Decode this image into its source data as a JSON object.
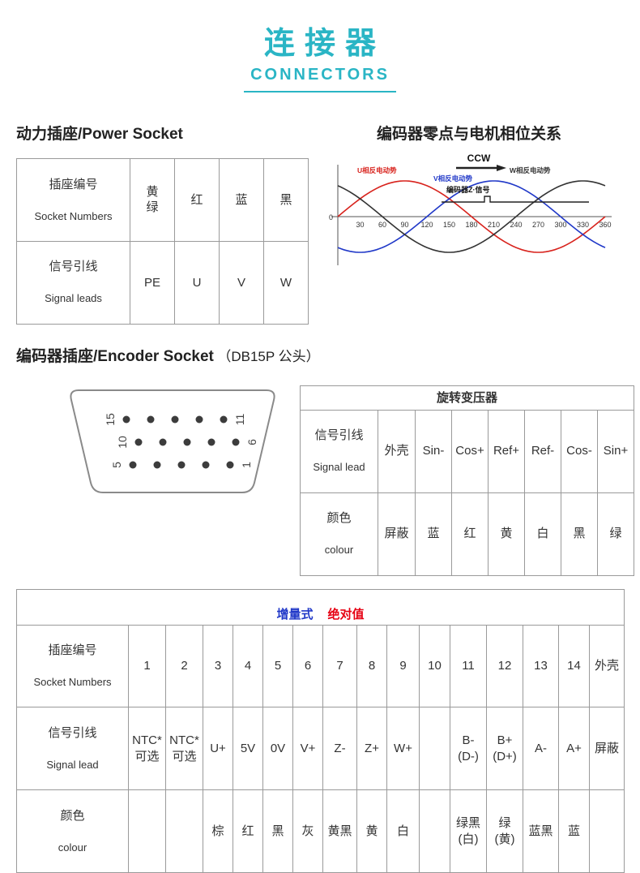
{
  "header": {
    "title": "连接器",
    "subtitle": "CONNECTORS"
  },
  "power_socket": {
    "heading": "动力插座/Power Socket",
    "rows": [
      {
        "cn": "插座编号",
        "en": "Socket Numbers",
        "cells": [
          "黄\n绿",
          "红",
          "蓝",
          "黑"
        ]
      },
      {
        "cn": "信号引线",
        "en": "Signal leads",
        "cells": [
          "PE",
          "U",
          "V",
          "W"
        ]
      }
    ]
  },
  "phase_chart": {
    "heading": "编码器零点与电机相位关系",
    "ccw": "CCW",
    "zero": "0",
    "labels": {
      "u": "U相反电动势",
      "v": "V相反电动势",
      "w": "W相反电动势",
      "z": "编码器Z·信号"
    },
    "x_ticks": [
      "30",
      "60",
      "90",
      "120",
      "150",
      "180",
      "210",
      "240",
      "270",
      "300",
      "330",
      "360"
    ],
    "waves": [
      {
        "name": "U",
        "phase_deg": 0,
        "color": "#d8231d"
      },
      {
        "name": "V",
        "phase_deg": 120,
        "color": "#2038c8"
      },
      {
        "name": "W",
        "phase_deg": 240,
        "color": "#333333"
      }
    ]
  },
  "encoder_socket": {
    "heading": "编码器插座/Encoder Socket",
    "suffix": "（DB15P 公头）",
    "pins": {
      "left_top": "15",
      "left_mid": "10",
      "left_bot": "5",
      "right_top": "11",
      "right_mid": "6",
      "right_bot": "1"
    }
  },
  "resolver_table": {
    "title": "旋转变压器",
    "rows": [
      {
        "cn": "信号引线",
        "en": "Signal lead",
        "cells": [
          "外壳",
          "Sin-",
          "Cos+",
          "Ref+",
          "Ref-",
          "Cos-",
          "Sin+"
        ]
      },
      {
        "cn": "颜色",
        "en": "colour",
        "cells": [
          "屏蔽",
          "蓝",
          "红",
          "黄",
          "白",
          "黑",
          "绿"
        ]
      }
    ]
  },
  "encoder_table": {
    "title_incremental": "增量式",
    "title_absolute": "绝对值",
    "rows": [
      {
        "cn": "插座编号",
        "en": "Socket Numbers",
        "cells": [
          "1",
          "2",
          "3",
          "4",
          "5",
          "6",
          "7",
          "8",
          "9",
          "10",
          "11",
          "12",
          "13",
          "14",
          "外壳"
        ]
      },
      {
        "cn": "信号引线",
        "en": "Signal lead",
        "cells": [
          "NTC*\n可选",
          "NTC*\n可选",
          "U+",
          "5V",
          "0V",
          "V+",
          "Z-",
          "Z+",
          "W+",
          "",
          "B-\n(D-)",
          "B+\n(D+)",
          "A-",
          "A+",
          "屏蔽"
        ]
      },
      {
        "cn": "颜色",
        "en": "colour",
        "cells": [
          "",
          "",
          "棕",
          "红",
          "黑",
          "灰",
          "黄黑",
          "黄",
          "白",
          "",
          "绿黑\n(白)",
          "绿\n(黄)",
          "蓝黑",
          "蓝",
          ""
        ]
      }
    ]
  },
  "colors": {
    "accent": "#2ab5c5",
    "table_title_blue": "#2038c8",
    "absolute_red": "#e60012"
  }
}
